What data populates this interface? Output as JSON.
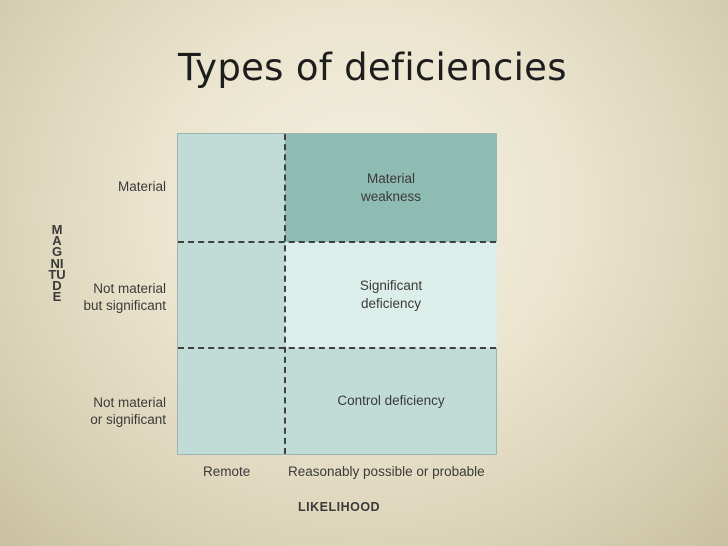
{
  "slide": {
    "title": "Types of deficiencies"
  },
  "diagram": {
    "rows": [
      {
        "label": "Material"
      },
      {
        "label": "Not material\nbut significant"
      },
      {
        "label": "Not material\nor significant"
      }
    ],
    "columns": [
      {
        "label": "Remote"
      },
      {
        "label": "Reasonably possible or probable"
      }
    ],
    "cells": {
      "material_weakness": "Material\nweakness",
      "significant_deficiency": "Significant\ndeficiency",
      "control_deficiency": "Control deficiency"
    },
    "x_axis_label": "LIKELIHOOD",
    "y_axis_label": "MAGNITUDE",
    "colors": {
      "base": "#c1dbd6",
      "material_weakness": "#8fbcb2",
      "significant_deficiency": "#dceeea",
      "dash": "#3f3f3f"
    }
  }
}
